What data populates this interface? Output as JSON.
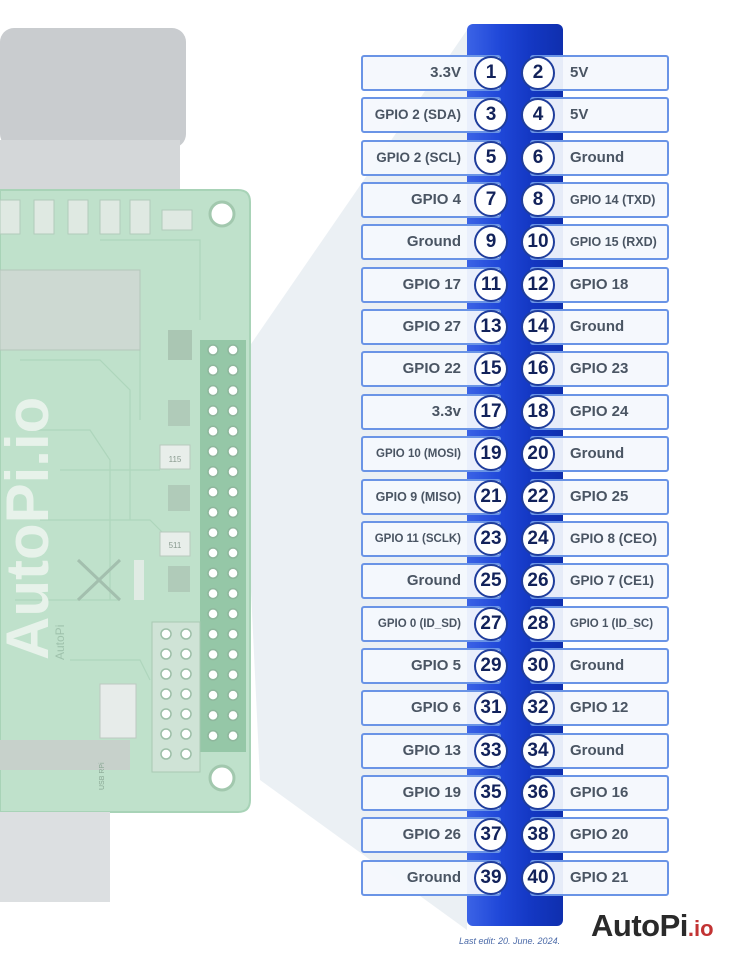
{
  "pins": [
    {
      "number": "1",
      "label": "3.3V"
    },
    {
      "number": "2",
      "label": "5V"
    },
    {
      "number": "3",
      "label": "GPIO 2 (SDA)"
    },
    {
      "number": "4",
      "label": "5V"
    },
    {
      "number": "5",
      "label": "GPIO 2 (SCL)"
    },
    {
      "number": "6",
      "label": "Ground"
    },
    {
      "number": "7",
      "label": "GPIO 4"
    },
    {
      "number": "8",
      "label": "GPIO 14 (TXD)"
    },
    {
      "number": "9",
      "label": "Ground"
    },
    {
      "number": "10",
      "label": "GPIO 15 (RXD)"
    },
    {
      "number": "11",
      "label": "GPIO 17"
    },
    {
      "number": "12",
      "label": "GPIO 18"
    },
    {
      "number": "13",
      "label": "GPIO 27"
    },
    {
      "number": "14",
      "label": "Ground"
    },
    {
      "number": "15",
      "label": "GPIO 22"
    },
    {
      "number": "16",
      "label": "GPIO 23"
    },
    {
      "number": "17",
      "label": "3.3v"
    },
    {
      "number": "18",
      "label": "GPIO 24"
    },
    {
      "number": "19",
      "label": "GPIO 10 (MOSI)"
    },
    {
      "number": "20",
      "label": "Ground"
    },
    {
      "number": "21",
      "label": "GPIO 9 (MISO)"
    },
    {
      "number": "22",
      "label": "GPIO 25"
    },
    {
      "number": "23",
      "label": "GPIO 11 (SCLK)"
    },
    {
      "number": "24",
      "label": "GPIO 8 (CEO)"
    },
    {
      "number": "25",
      "label": "Ground"
    },
    {
      "number": "26",
      "label": "GPIO 7 (CE1)"
    },
    {
      "number": "27",
      "label": "GPIO 0 (ID_SD)"
    },
    {
      "number": "28",
      "label": "GPIO 1 (ID_SC)"
    },
    {
      "number": "29",
      "label": "GPIO 5"
    },
    {
      "number": "30",
      "label": "Ground"
    },
    {
      "number": "31",
      "label": "GPIO 6"
    },
    {
      "number": "32",
      "label": "GPIO 12"
    },
    {
      "number": "33",
      "label": "GPIO 13"
    },
    {
      "number": "34",
      "label": "Ground"
    },
    {
      "number": "35",
      "label": "GPIO 19"
    },
    {
      "number": "36",
      "label": "GPIO 16"
    },
    {
      "number": "37",
      "label": "GPIO 26"
    },
    {
      "number": "38",
      "label": "GPIO 20"
    },
    {
      "number": "39",
      "label": "Ground"
    },
    {
      "number": "40",
      "label": "GPIO 21"
    }
  ],
  "board": {
    "brand_text": "AutoPi.io",
    "small_text": "AutoPi",
    "usb_text": "USB RPi",
    "ic_label_1": "115",
    "ic_label_2": "511"
  },
  "footer": {
    "last_edit": "Last edit: 20. June. 2024.",
    "logo_main": "AutoPi",
    "logo_suffix": ".io"
  },
  "colors": {
    "strip": "#1f47d8",
    "label_border": "#6a94e6",
    "pin_border": "#1f3d9c",
    "board_green": "#b9dfc8",
    "logo_accent": "#c23333"
  }
}
